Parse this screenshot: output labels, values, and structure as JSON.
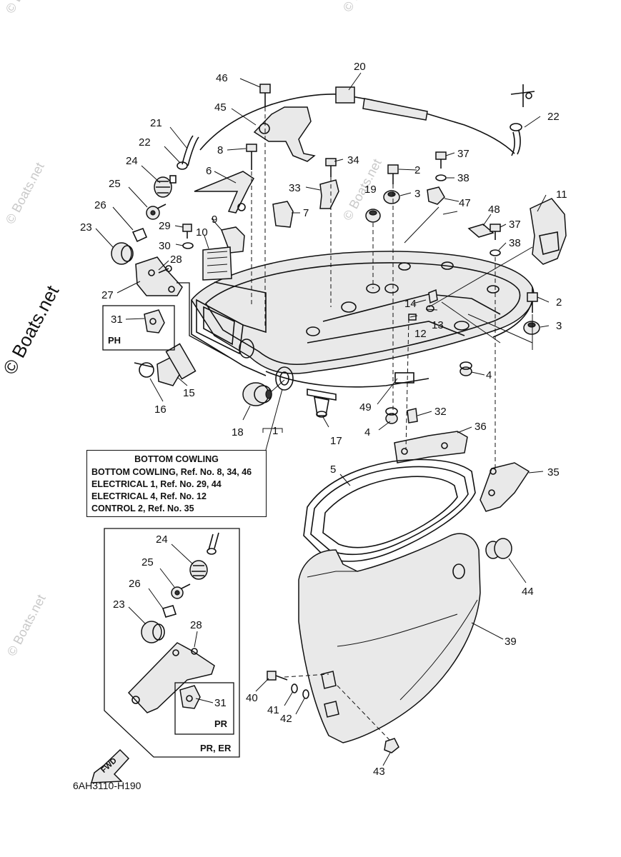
{
  "diagram": {
    "code": "6AH3110-H190",
    "watermark_main": "© Boats.net",
    "watermark_faint": "© Boats.net",
    "legend": {
      "title": "BOTTOM COWLING",
      "lines": [
        "BOTTOM  COWLING,  Ref. No. 8, 34, 46",
        "ELECTRICAL 1,  Ref.  No. 29, 44",
        "ELECTRICAL 4,  Ref.  No. 12",
        "CONTROL 2,  Ref.  No. 35"
      ]
    },
    "tags": {
      "ph": "PH",
      "pr": "PR",
      "pr_er": "PR, ER",
      "fwd": "FWD"
    },
    "callouts": [
      {
        "id": "c1",
        "text": "1"
      },
      {
        "id": "c2a",
        "text": "2"
      },
      {
        "id": "c2b",
        "text": "2"
      },
      {
        "id": "c3a",
        "text": "3"
      },
      {
        "id": "c3b",
        "text": "3"
      },
      {
        "id": "c4a",
        "text": "4"
      },
      {
        "id": "c4b",
        "text": "4"
      },
      {
        "id": "c5",
        "text": "5"
      },
      {
        "id": "c6",
        "text": "6"
      },
      {
        "id": "c7",
        "text": "7"
      },
      {
        "id": "c8",
        "text": "8"
      },
      {
        "id": "c9",
        "text": "9"
      },
      {
        "id": "c10",
        "text": "10"
      },
      {
        "id": "c11",
        "text": "11"
      },
      {
        "id": "c12",
        "text": "12"
      },
      {
        "id": "c13",
        "text": "13"
      },
      {
        "id": "c14",
        "text": "14"
      },
      {
        "id": "c15",
        "text": "15"
      },
      {
        "id": "c16",
        "text": "16"
      },
      {
        "id": "c17",
        "text": "17"
      },
      {
        "id": "c18",
        "text": "18"
      },
      {
        "id": "c19",
        "text": "19"
      },
      {
        "id": "c20",
        "text": "20"
      },
      {
        "id": "c21",
        "text": "21"
      },
      {
        "id": "c22a",
        "text": "22"
      },
      {
        "id": "c22b",
        "text": "22"
      },
      {
        "id": "c23a",
        "text": "23"
      },
      {
        "id": "c23b",
        "text": "23"
      },
      {
        "id": "c24a",
        "text": "24"
      },
      {
        "id": "c24b",
        "text": "24"
      },
      {
        "id": "c25a",
        "text": "25"
      },
      {
        "id": "c25b",
        "text": "25"
      },
      {
        "id": "c26a",
        "text": "26"
      },
      {
        "id": "c26b",
        "text": "26"
      },
      {
        "id": "c27",
        "text": "27"
      },
      {
        "id": "c28a",
        "text": "28"
      },
      {
        "id": "c28b",
        "text": "28"
      },
      {
        "id": "c29",
        "text": "29"
      },
      {
        "id": "c30",
        "text": "30"
      },
      {
        "id": "c31a",
        "text": "31"
      },
      {
        "id": "c31b",
        "text": "31"
      },
      {
        "id": "c32",
        "text": "32"
      },
      {
        "id": "c33",
        "text": "33"
      },
      {
        "id": "c34",
        "text": "34"
      },
      {
        "id": "c35",
        "text": "35"
      },
      {
        "id": "c36",
        "text": "36"
      },
      {
        "id": "c37a",
        "text": "37"
      },
      {
        "id": "c37b",
        "text": "37"
      },
      {
        "id": "c38a",
        "text": "38"
      },
      {
        "id": "c38b",
        "text": "38"
      },
      {
        "id": "c39",
        "text": "39"
      },
      {
        "id": "c40",
        "text": "40"
      },
      {
        "id": "c41",
        "text": "41"
      },
      {
        "id": "c42",
        "text": "42"
      },
      {
        "id": "c43",
        "text": "43"
      },
      {
        "id": "c44",
        "text": "44"
      },
      {
        "id": "c45",
        "text": "45"
      },
      {
        "id": "c46",
        "text": "46"
      },
      {
        "id": "c47",
        "text": "47"
      },
      {
        "id": "c48",
        "text": "48"
      },
      {
        "id": "c49",
        "text": "49"
      }
    ]
  }
}
